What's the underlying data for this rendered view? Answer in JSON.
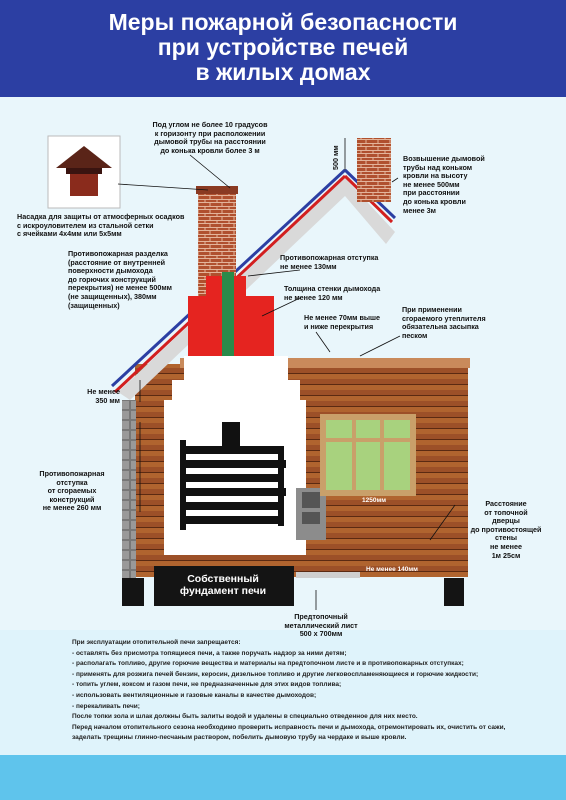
{
  "title": {
    "line1": "Меры пожарной безопасности",
    "line2": "при устройстве печей",
    "line3": "в жилых домах"
  },
  "labels": {
    "chimney_angle": [
      "Под углом не более 10 градусов",
      "к горизонту при расположении",
      "дымовой трубы на расстоянии",
      "до конька кровли более 3 м"
    ],
    "cap": [
      "Насадка для защиты от атмосферных осадков",
      "с искроуловителем из стальной сетки",
      "с ячейками 4х4мм или 5х5мм"
    ],
    "height_500": "500 мм",
    "elevation": [
      "Возвышение дымовой",
      "трубы над коньком",
      "кровли на высоту",
      "не менее 500мм",
      "при расстоянии",
      "до конька кровли",
      "менее 3м"
    ],
    "fire_cut": [
      "Противопожарная разделка",
      "(расстояние от внутренней",
      "поверхности дымохода",
      "до горючих конструкций",
      "перекрытия) не менее 500мм",
      "(не защищенных), 380мм",
      "(защищенных)"
    ],
    "fire_gap_130": [
      "Противопожарная отступка",
      "не менее 130мм"
    ],
    "wall_120": [
      "Толщина стенки дымохода",
      "не менее 120 мм"
    ],
    "above_70": [
      "Не менее 70мм выше",
      "и ниже перекрытия"
    ],
    "insulation": [
      "При применении",
      "сгораемого утеплителя",
      "обязательна засыпка",
      "песком"
    ],
    "min_350": [
      "Не менее",
      "350 мм"
    ],
    "side_gap": [
      "Противопожарная",
      "отступка",
      "от сгораемых",
      "конструкций",
      "не менее 260 мм"
    ],
    "door_dist": [
      "Расстояние",
      "от топочной",
      "дверцы",
      "до противостоящей",
      "стены",
      "не менее",
      "1м 25см"
    ],
    "dim_1250": "1250мм",
    "dim_140": "Не менее 140мм",
    "foundation": [
      "Собственный",
      "фундамент печи"
    ],
    "metal_sheet": [
      "Предтопочный",
      "металлический лист",
      "500 х 700мм"
    ]
  },
  "notes": [
    "При эксплуатации отопительной печи запрещается:",
    "- оставлять без присмотра топящиеся печи, а также поручать надзор за ними детям;",
    "- располагать топливо, другие горючие вещества и материалы на предтопочном листе и в противопожарных отступках;",
    "- применять для розжига печей бензин, керосин, дизельное топливо и другие легковоспламеняющиеся и горючие жидкости;",
    "- топить углем, коксом и газом печи, не предназначенные для этих видов топлива;",
    "- использовать вентиляционные и газовые каналы в качестве дымоходов;",
    "- перекаливать печи;",
    "После топки зола и шлак должны быть залиты водой и удалены в специально отведенное для них место.",
    "Перед началом отопительного сезона необходимо проверить исправность печи и дымохода, отремонтировать их, очистить от сажи,",
    "заделать трещины глинно-песчаным раствором, побелить дымовую трубу на чердаке и выше кровли."
  ],
  "colors": {
    "header": "#2c3fa3",
    "footer": "#5fc4ec",
    "brick": "#b4532f",
    "log": "#a0522d",
    "fire_red": "#e52420"
  }
}
